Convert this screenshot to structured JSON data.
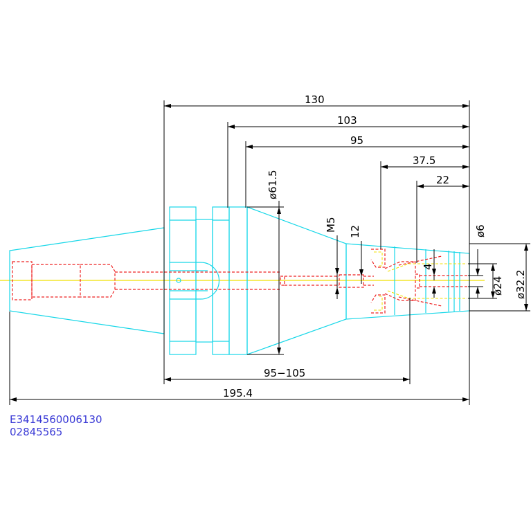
{
  "dimensions": {
    "overall_length": "195.4",
    "length_130": "130",
    "length_103": "103",
    "length_95": "95",
    "length_37_5": "37.5",
    "length_22": "22",
    "range_95_105": "95−105",
    "dia_61_5": "ø61.5",
    "thread_m5": "M5",
    "depth_12": "12",
    "dim_4": "4",
    "dia_6": "ø6",
    "dia_24": "ø24",
    "dia_32_2": "ø32.2"
  },
  "codes": {
    "part_number": "E3414560006130",
    "order_number": "02845565"
  },
  "colors": {
    "outline": "#17d7e8",
    "hidden": "#ee2020",
    "centerline": "#f0e000",
    "dimension": "#000000",
    "code_text": "#3b3bd6"
  }
}
